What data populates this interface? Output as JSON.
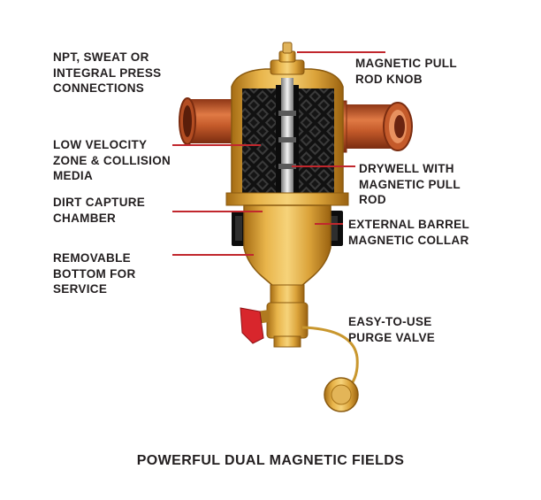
{
  "labels": {
    "connections": [
      "NPT, SWEAT OR",
      "INTEGRAL PRESS",
      "CONNECTIONS"
    ],
    "velocity": [
      "LOW VELOCITY",
      "ZONE & COLLISION",
      "MEDIA"
    ],
    "dirt": [
      "DIRT CAPTURE",
      "CHAMBER"
    ],
    "removable": [
      "REMOVABLE",
      "BOTTOM FOR",
      "SERVICE"
    ],
    "knob": [
      "MAGNETIC PULL",
      "ROD KNOB"
    ],
    "drywell": [
      "DRYWELL WITH",
      "MAGNETIC PULL",
      "ROD"
    ],
    "collar": [
      "EXTERNAL BARREL",
      "MAGNETIC COLLAR"
    ],
    "purge": [
      "EASY-TO-USE",
      "PURGE VALVE"
    ]
  },
  "caption": "POWERFUL DUAL MAGNETIC FIELDS",
  "colors": {
    "leader": "#c1272d",
    "brass": "#d9a43a",
    "copper": "#c45a2a",
    "media": "#1a1a1a",
    "handle": "#d8262c",
    "text": "#231f20"
  }
}
